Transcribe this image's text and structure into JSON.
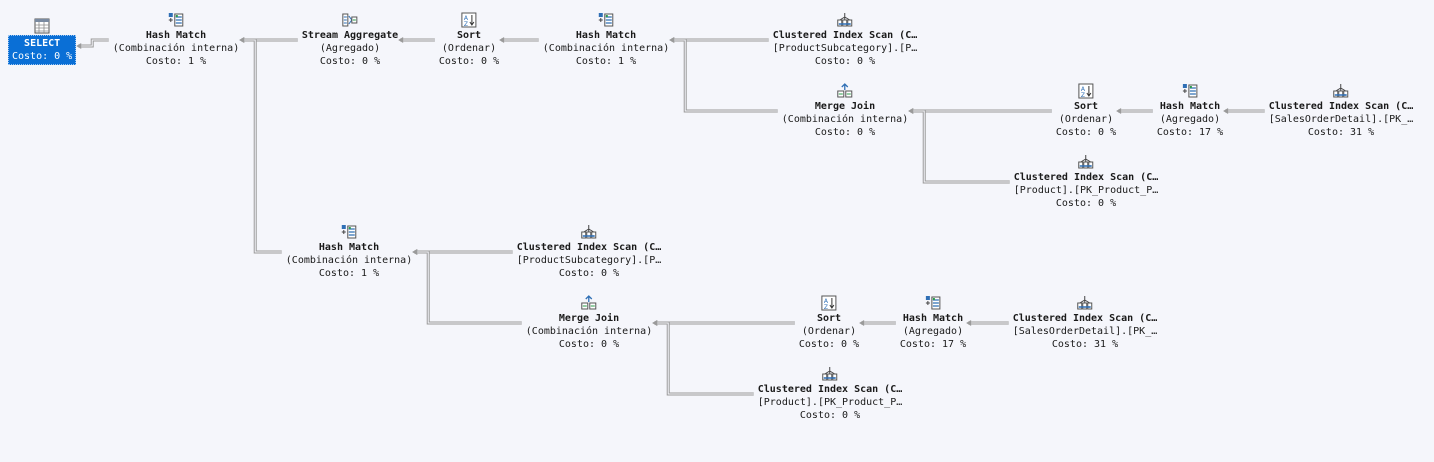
{
  "nodes": [
    {
      "id": "select",
      "icon": "select-icon",
      "lines": [
        "SELECT",
        "Costo: 0 %"
      ],
      "selected": true
    },
    {
      "id": "hm1",
      "icon": "hash-match-icon",
      "lines": [
        "Hash Match",
        "(Combinación interna)",
        "Costo: 1 %"
      ]
    },
    {
      "id": "sa",
      "icon": "stream-aggregate-icon",
      "lines": [
        "Stream Aggregate",
        "(Agregado)",
        "Costo: 0 %"
      ]
    },
    {
      "id": "sort1",
      "icon": "sort-icon",
      "lines": [
        "Sort",
        "(Ordenar)",
        "Costo: 0 %"
      ]
    },
    {
      "id": "hm2",
      "icon": "hash-match-icon",
      "lines": [
        "Hash Match",
        "(Combinación interna)",
        "Costo: 1 %"
      ]
    },
    {
      "id": "cis1",
      "icon": "clustered-index-scan-icon",
      "lines": [
        "Clustered Index Scan (C…",
        "[ProductSubcategory].[P…",
        "Costo: 0 %"
      ]
    },
    {
      "id": "mj1",
      "icon": "merge-join-icon",
      "lines": [
        "Merge Join",
        "(Combinación interna)",
        "Costo: 0 %"
      ]
    },
    {
      "id": "sort2",
      "icon": "sort-icon",
      "lines": [
        "Sort",
        "(Ordenar)",
        "Costo: 0 %"
      ]
    },
    {
      "id": "hm3",
      "icon": "hash-match-icon",
      "lines": [
        "Hash Match",
        "(Agregado)",
        "Costo: 17 %"
      ]
    },
    {
      "id": "cis2",
      "icon": "clustered-index-scan-icon",
      "lines": [
        "Clustered Index Scan (C…",
        "[SalesOrderDetail].[PK_…",
        "Costo: 31 %"
      ]
    },
    {
      "id": "cis3",
      "icon": "clustered-index-scan-icon",
      "lines": [
        "Clustered Index Scan (C…",
        "[Product].[PK_Product_P…",
        "Costo: 0 %"
      ]
    },
    {
      "id": "hm4",
      "icon": "hash-match-icon",
      "lines": [
        "Hash Match",
        "(Combinación interna)",
        "Costo: 1 %"
      ]
    },
    {
      "id": "cis4",
      "icon": "clustered-index-scan-icon",
      "lines": [
        "Clustered Index Scan (C…",
        "[ProductSubcategory].[P…",
        "Costo: 0 %"
      ]
    },
    {
      "id": "mj2",
      "icon": "merge-join-icon",
      "lines": [
        "Merge Join",
        "(Combinación interna)",
        "Costo: 0 %"
      ]
    },
    {
      "id": "sort3",
      "icon": "sort-icon",
      "lines": [
        "Sort",
        "(Ordenar)",
        "Costo: 0 %"
      ]
    },
    {
      "id": "hm5",
      "icon": "hash-match-icon",
      "lines": [
        "Hash Match",
        "(Agregado)",
        "Costo: 17 %"
      ]
    },
    {
      "id": "cis5",
      "icon": "clustered-index-scan-icon",
      "lines": [
        "Clustered Index Scan (C…",
        "[SalesOrderDetail].[PK_…",
        "Costo: 31 %"
      ]
    },
    {
      "id": "cis6",
      "icon": "clustered-index-scan-icon",
      "lines": [
        "Clustered Index Scan (C…",
        "[Product].[PK_Product_P…",
        "Costo: 0 %"
      ]
    }
  ],
  "edges": [
    [
      "select",
      "hm1"
    ],
    [
      "hm1",
      "sa"
    ],
    [
      "hm1",
      "hm4"
    ],
    [
      "sa",
      "sort1"
    ],
    [
      "sort1",
      "hm2"
    ],
    [
      "hm2",
      "cis1"
    ],
    [
      "hm2",
      "mj1"
    ],
    [
      "mj1",
      "sort2"
    ],
    [
      "mj1",
      "cis3"
    ],
    [
      "sort2",
      "hm3"
    ],
    [
      "hm3",
      "cis2"
    ],
    [
      "hm4",
      "cis4"
    ],
    [
      "hm4",
      "mj2"
    ],
    [
      "mj2",
      "sort3"
    ],
    [
      "mj2",
      "cis6"
    ],
    [
      "sort3",
      "hm5"
    ],
    [
      "hm5",
      "cis5"
    ]
  ]
}
